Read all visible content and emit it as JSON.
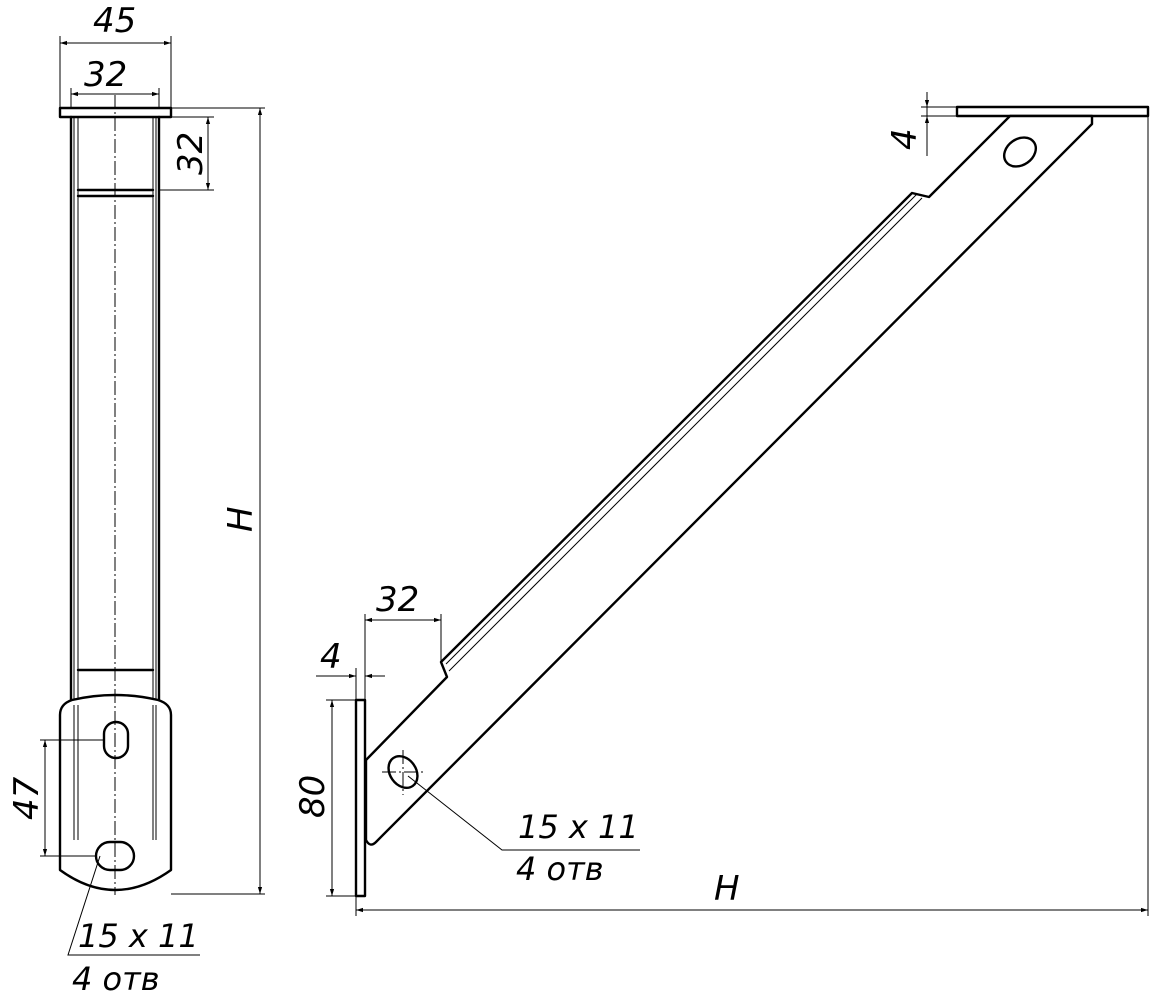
{
  "drawing": {
    "front_view": {
      "dim_top_outer": "45",
      "dim_top_inner": "32",
      "dim_plate_height": "32",
      "dim_height": "H",
      "dim_hole_spacing": "47",
      "hole_size": "15 x 11",
      "hole_count": "4 отв"
    },
    "side_view": {
      "dim_thickness_top": "4",
      "dim_offset": "32",
      "dim_thickness_bottom": "4",
      "dim_plate_height": "80",
      "dim_reach": "H",
      "hole_size": "15 x 11",
      "hole_count": "4 отв"
    }
  }
}
